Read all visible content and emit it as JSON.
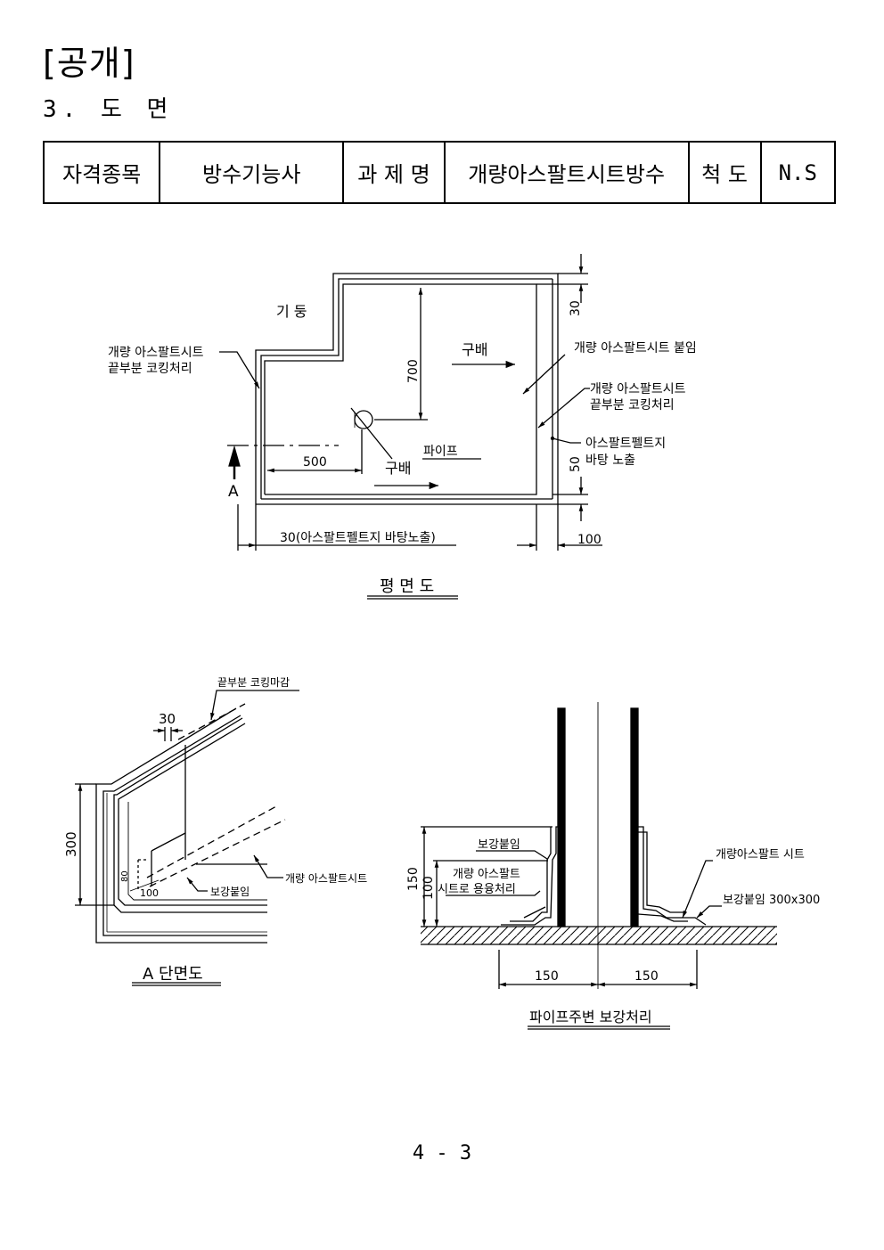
{
  "header": "[공개]",
  "section": "3. 도 면",
  "info_table": {
    "label1": "자격종목",
    "value1": "방수기능사",
    "label2": "과 제 명",
    "value2": "개량아스팔트시트방수",
    "label3": "척 도",
    "value3": "N.S"
  },
  "plan": {
    "title": "평 면 도",
    "column": "기 둥",
    "left_note_1": "개량 아스팔트시트",
    "left_note_2": "끝부분 코킹처리",
    "slope_1": "구배",
    "slope_2": "구배",
    "right_note_1": "개량 아스팔트시트 붙임",
    "right_note_2a": "개량 아스팔트시트",
    "right_note_2b": "끝부분 코킹처리",
    "right_note_3a": "아스팔트펠트지",
    "right_note_3b": "바탕 노출",
    "pipe": "파이프",
    "dim_700": "700",
    "dim_500": "500",
    "dim_30_top": "30",
    "dim_50": "50",
    "dim_bottom": "30(아스팔트펠트지 바탕노출)",
    "dim_100": "100",
    "section_mark": "A"
  },
  "section_a": {
    "title": "A 단면도",
    "top_note": "끝부분 코킹마감",
    "dim_30": "30",
    "dim_300": "300",
    "dim_100": "100",
    "dim_80": "80",
    "note_reinforce": "보강붙임",
    "note_sheet": "개량 아스팔트시트"
  },
  "pipe_detail": {
    "title": "파이프주변 보강처리",
    "note_reinforce": "보강붙임",
    "note_melt_1": "개량 아스팔트",
    "note_melt_2": "시트로 용융처리",
    "note_sheet": "개량아스팔트 시트",
    "note_reinforce_size": "보강붙임 300x300",
    "dim_150_v": "150",
    "dim_100_v": "100",
    "dim_150_left": "150",
    "dim_150_right": "150"
  },
  "page_number": "4 - 3"
}
